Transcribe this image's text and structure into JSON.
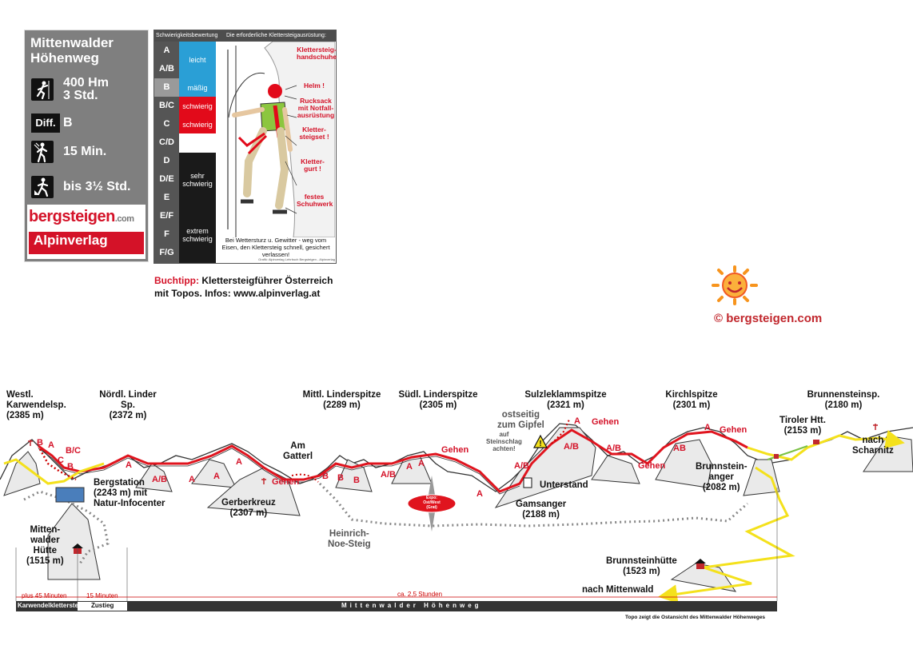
{
  "info_card": {
    "title": "Mittenwalder Höhenweg",
    "ascent": "400 Hm\n3 Std.",
    "difficulty_badge": "Diff.",
    "difficulty": "B",
    "approach": "15 Min.",
    "descent": "bis 3½ Std.",
    "brand_main": "bergsteigen",
    "brand_tld": ".com",
    "publisher": "Alpinverlag",
    "publisher_url": "www.alpinverlag.at"
  },
  "grade_panel": {
    "header_left": "Schwierigkeitsbewertung",
    "header_right": "Die erforderliche Klettersteigausrüstung:",
    "letters": [
      "A",
      "A/B",
      "B",
      "B/C",
      "C",
      "C/D",
      "D",
      "D/E",
      "E",
      "E/F",
      "F",
      "F/G"
    ],
    "bands": [
      {
        "label": "leicht",
        "color": "#2a9fd6"
      },
      {
        "label": "mäßig",
        "color": "#2a9fd6"
      },
      {
        "label": "schwierig",
        "color": "#e20a1a"
      },
      {
        "label": "schwierig",
        "color": "#e20a1a"
      },
      {
        "label": "sehr schwierig",
        "color": "#1a1a1a"
      },
      {
        "label": "extrem schwierig",
        "color": "#1a1a1a"
      }
    ],
    "gear": [
      "Klettersteig-handschuhe",
      "Helm !",
      "Rucksack mit Notfall-ausrüstung",
      "Kletter-steigset !",
      "Kletter-gurt !",
      "festes Schuhwerk"
    ],
    "footer": "Bei Wettersturz u. Gewitter - weg vom Eisen, den Klettersteig schnell, gesichert verlassen!",
    "credit": "Grafik: Alpinverlag Lehrbuch Bergsteigen - Alpinverlag"
  },
  "book_tip": {
    "prefix": "Buchtipp:",
    "text1": "Klettersteigführer Österreich",
    "text2": "mit Topos. Infos: www.alpinverlag.at"
  },
  "copyright": "©  bergsteigen.com",
  "peaks": [
    {
      "name": "Westl. Karwendelsp.",
      "alt": "(2385 m)"
    },
    {
      "name": "Nördl. Linder Sp.",
      "alt": "(2372 m)"
    },
    {
      "name": "Mittl. Linderspitze",
      "alt": "(2289 m)"
    },
    {
      "name": "Südl. Linderspitze",
      "alt": "(2305 m)"
    },
    {
      "name": "Sulzleklammspitze",
      "alt": "(2321 m)"
    },
    {
      "name": "Kirchlspitze",
      "alt": "(2301 m)"
    },
    {
      "name": "Brunnensteinsp.",
      "alt": "(2180 m)"
    }
  ],
  "places": {
    "bergstation": "Bergstation\n(2243 m) mit\nNatur-Infocenter",
    "mittenwalder_huette": "Mitten-\nwalder\nHütte\n(1515 m)",
    "gerberkreuz": "Gerberkreuz\n(2307 m)",
    "am_gatterl": "Am\nGatterl",
    "heinrich_noe": "Heinrich-\nNoe-Steig",
    "unterstand": "Unterstand",
    "gamsanger": "Gamsanger\n(2188 m)",
    "tiroler": "Tiroler Htt.\n(2153 m)",
    "nach_scharnitz": "nach\nScharnitz",
    "brunnsteinanger": "Brunnstein-\nanger\n(2082 m)",
    "brunnsteinhuette": "Brunnsteinhütte\n(1523 m)",
    "nach_mittenwald": "nach Mittenwald",
    "warning": "ostseitig\nzum Gipfel",
    "warning_small": "auf\nSteinschlag\nachten!",
    "compass_label": "Expo:\nOst/West\n(Grat)"
  },
  "route_grades": {
    "gehen": "Gehen",
    "a": "A",
    "ab": "A/B",
    "ab2": "AB",
    "b": "B",
    "bc": "B/C",
    "c": "C"
  },
  "timeline": {
    "plus45": "plus 45 Minuten",
    "min15": "15 Minuten",
    "stunden": "ca. 2,5 Stunden",
    "seg1": "Karwendelklettersteig",
    "seg2": "Zustieg",
    "seg3": "Mittenwalder Höhenweg",
    "caption": "Topo zeigt die Ostansicht des Mittenwalder Höhenweges"
  },
  "colors": {
    "route_red": "#e0141e",
    "accent_yellow": "#f4e11c",
    "dark": "#1a1a1a"
  }
}
